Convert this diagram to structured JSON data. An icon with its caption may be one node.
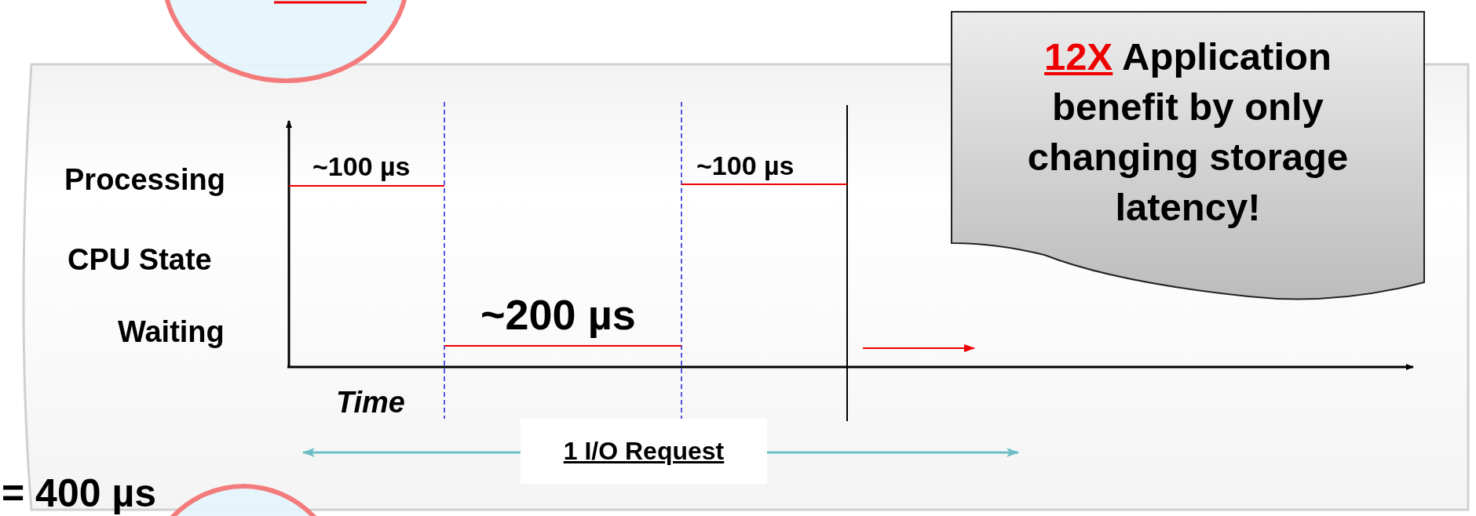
{
  "diagram": {
    "nodes": [
      {
        "text": [
          "12X Application benefit by only changing storage latency!"
        ]
      },
      {
        "text": [],
        "shape": "circle"
      },
      {
        "text": [],
        "shape": "circle"
      }
    ],
    "labels": [
      "Processing",
      "~100 µs",
      "~100 µs",
      "CPU State",
      "~200 µs",
      "Waiting",
      "Time",
      "1 I/O Request",
      "= 400 µs"
    ]
  }
}
